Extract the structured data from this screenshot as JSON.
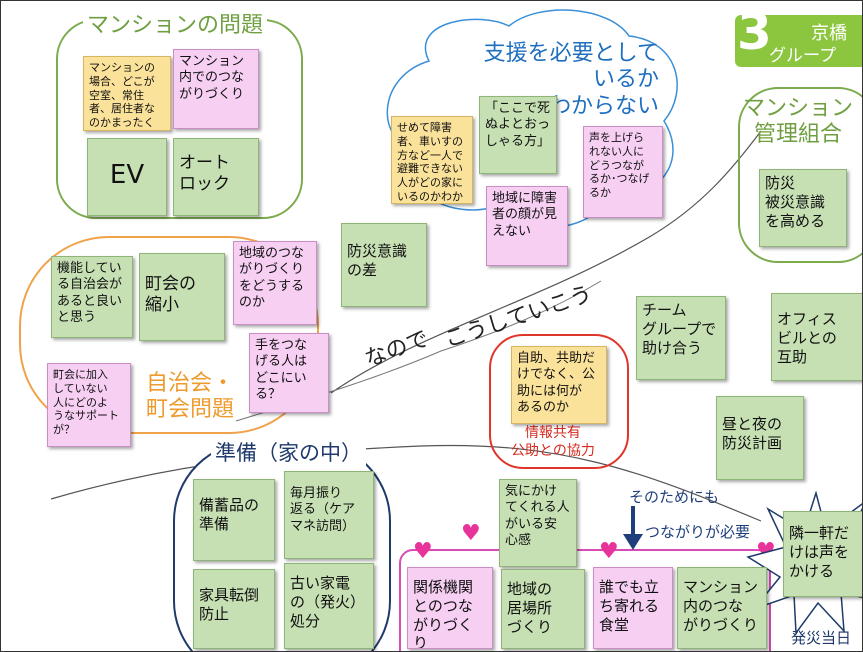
{
  "colors": {
    "note_green": "#c6dfb3",
    "note_pink": "#f6cff3",
    "note_yellow": "#fbe29a",
    "mansion_group": "#7cab4d",
    "jichikai_group": "#f0a24a",
    "info_group": "#e0352b",
    "prep_group": "#1f3a6b",
    "cafe_group": "#d94bb5",
    "arrow": "#1f3f7a"
  },
  "badge": {
    "number": "3",
    "title": "京橋",
    "subtitle": "グループ"
  },
  "groups": {
    "mansion_problem": "マンションの問題",
    "support": "支援を必要として\nいるか\nわからない",
    "kanri": "マンション\n管理組合",
    "jichikai": "自治会・\n町会問題",
    "prep": "準備（家の中）",
    "info": "情報共有\n公助との協力",
    "so_de": "なので",
    "koushite": "こうしていこう",
    "sonotame": "そのためにも",
    "tsunagari": "つながりが必要",
    "day": "発災当日"
  },
  "notes": {
    "m1": "マンションの場合、どこが空室、常住者、居住者なのかまったくわからない",
    "m2": "マンション\n内でのつな\nがりづくり",
    "m3": "EV",
    "m4": "オート\nロック",
    "s1": "せめて障害者、車いすの方など一人で避難できない人がどの家にいるのかわかると良い",
    "s2": "「ここで死\nぬよとおっ\nしゃる方」",
    "s3": "声を上げら\nれない人に\nどうつなが\nるか･つなげ\nるか",
    "s4": "地域に障害\n者の顔が見\nえない",
    "k1": "防災\n被災意識\nを高める",
    "j1": "機能してい\nる自治会が\nあると良い\nと思う",
    "j2": "町会の\n縮小",
    "j3": "地域のつな\nがりづくり\nをどうする\nのか",
    "j4": "防災意識\nの差",
    "j5": "町会に加入\nしていない\n人にどのよ\nうなサポート\nが？",
    "j6": "手をつな\nげる人は\nどこにい\nる？",
    "i1": "自助、共助だ\nけでなく、公\n助には何が\nあるのか",
    "r1": "チーム\nグループで\n助け合う",
    "r2": "オフィス\nビルとの\n互助",
    "r3": "昼と夜の\n防災計画",
    "r4": "隣一軒だ\nけは声を\nかける",
    "p1": "備蓄品の\n準備",
    "p2": "毎月振り\n返る（ケア\nマネ訪問）",
    "p3": "家具転倒\n防止",
    "p4": "古い家電\nの（発火）\n処分",
    "c0": "気にかけ\nてくれる人\nがいる安\n心感",
    "c1": "関係機関\nとのつな\nがりづくり",
    "c2": "地域の\n居場所\nづくり",
    "c3": "誰でも立\nち寄れる\n食堂",
    "c4": "マンション\n内のつな\nがりづくり"
  }
}
